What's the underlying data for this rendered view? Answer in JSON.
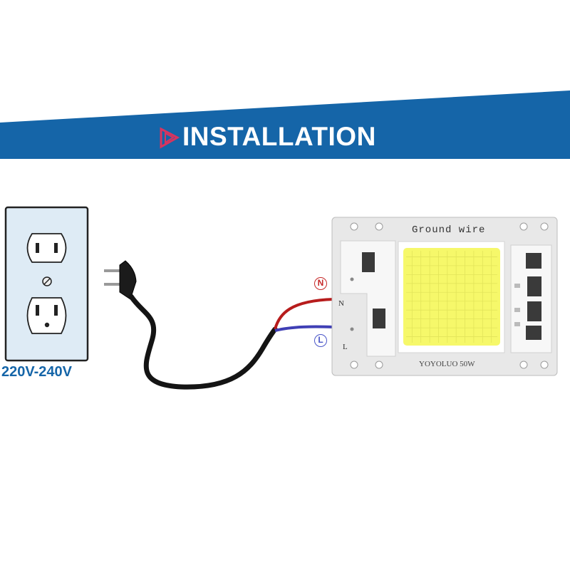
{
  "banner": {
    "title": "INSTALLATION",
    "color": "#1565a8",
    "icon": "play-arrow-icon",
    "icon_color": "#d8345f"
  },
  "outlet": {
    "voltage_label": "220V-240V"
  },
  "wiring": {
    "neutral_badge": "N",
    "neutral_mark": "N",
    "live_badge": "L",
    "live_mark": "L",
    "neutral_color": "#b71c1c",
    "live_color": "#3f3fb5"
  },
  "module": {
    "ground_label": "Ground wire",
    "model_label": "YOYOLUO 50W",
    "led_color": "#f6f86a"
  }
}
